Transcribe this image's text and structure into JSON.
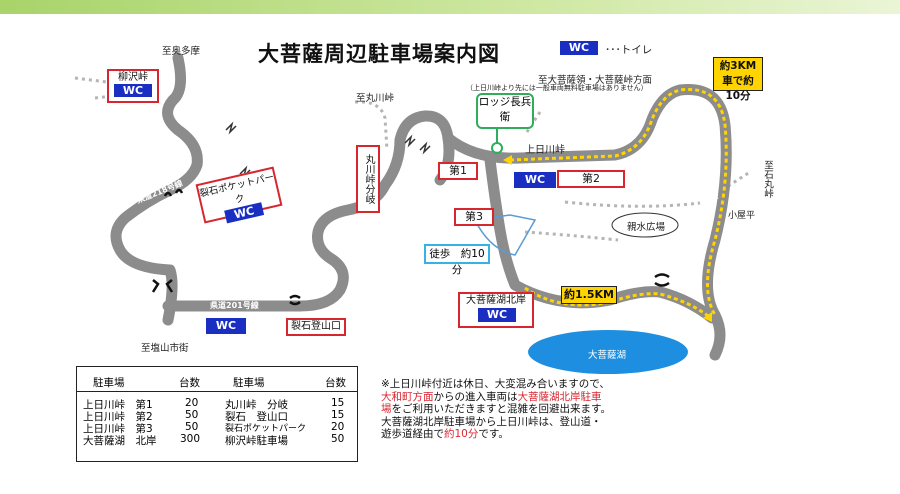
{
  "title": "大菩薩周辺駐車場案内図",
  "legend": {
    "wc": "WC",
    "toilet": "･･･トイレ"
  },
  "places": {
    "okutama": "至奥多摩",
    "marukawa": "至丸川峠",
    "daibosatsu_dir": "至大菩薩領・大菩薩峠方面",
    "daibosatsu_note": "（上日川峠より先には一般車両無料駐車場はありません）",
    "enzan": "至塩山市街",
    "ishimaru": "至石丸峠",
    "kamihikawa": "上日川峠",
    "shinsui": "親水広場",
    "koyadaira": "小屋平",
    "lake": "大菩薩湖",
    "lodge": "ロッジ長兵衛",
    "road_201": "県道201号線",
    "road_218": "県道218号線",
    "road_218_side": "県道218号線"
  },
  "boxes": {
    "yanagisawa": "柳沢峠",
    "pocket_park": "裂石ポケットパーク",
    "marukawa_bunki": "丸川峠分岐",
    "daiichi": "第1",
    "daini": "第2",
    "daisan": "第3",
    "tozanguchi": "裂石登山口",
    "lake_north": "大菩薩湖北岸"
  },
  "callouts": {
    "car3km": "約3KM 車で約10分",
    "km15": "約1.5KM",
    "walk": "徒歩　約10分"
  },
  "table": {
    "header": {
      "lot": "駐車場",
      "count": "台数"
    },
    "left": [
      {
        "lot": "上日川峠　第1",
        "count": "20"
      },
      {
        "lot": "上日川峠　第2",
        "count": "50"
      },
      {
        "lot": "上日川峠　第3",
        "count": "50"
      },
      {
        "lot": "大菩薩湖　北岸",
        "count": "300"
      }
    ],
    "right": [
      {
        "lot": "丸川峠　分岐",
        "count": "15"
      },
      {
        "lot": "裂石　登山口",
        "count": "15"
      },
      {
        "lot": "裂石ポケットパーク",
        "count": "20"
      },
      {
        "lot": "柳沢峠駐車場",
        "count": "50"
      }
    ]
  },
  "note": {
    "p1": "※上日川峠付近は休日、大変混み合いますので、",
    "p2": "大和町方面",
    "p3": "からの進入車両は",
    "p4": "大菩薩湖北岸駐車場",
    "p5": "をご利用いただきますと混雑を回避出来ます。大菩薩湖北岸駐車場から上日川峠は、登山道・遊歩道経由で",
    "p6": "約10分",
    "p7": "です。"
  },
  "colors": {
    "road": "#8c8c8c",
    "wc": "#1a2fc2",
    "red": "#d8262f",
    "lake": "#1e8fe0",
    "yellow": "#ffd400"
  }
}
